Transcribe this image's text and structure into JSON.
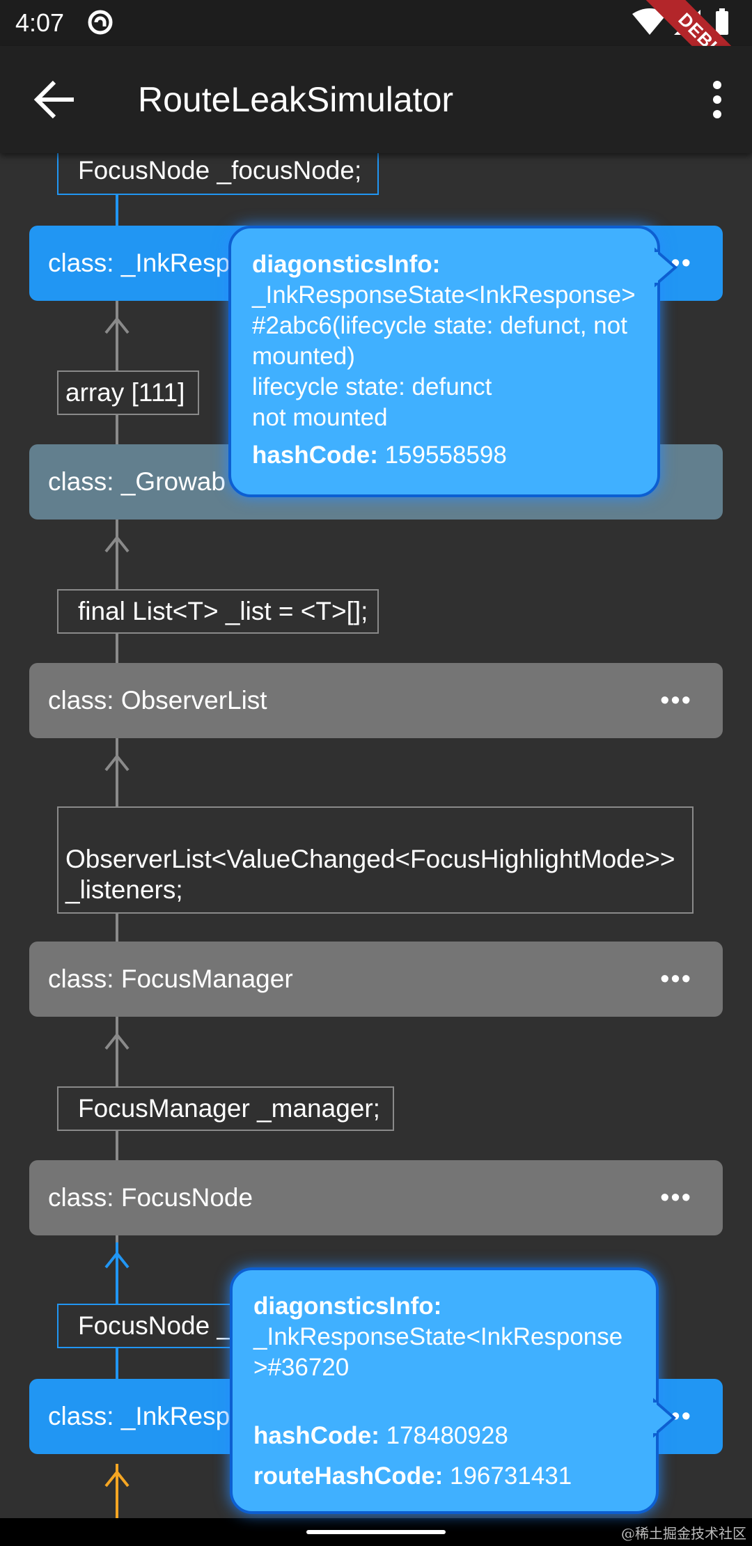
{
  "status_bar": {
    "time": "4:07",
    "debug_label": "DEBUG",
    "icons": [
      "at-icon",
      "wifi-icon",
      "signal-icon",
      "battery-icon"
    ]
  },
  "app_bar": {
    "title": "RouteLeakSimulator",
    "back_icon": "arrow-back-icon",
    "menu_icon": "more-vert-icon"
  },
  "colors": {
    "accent": "#2196f3",
    "node_grey": "#757575",
    "node_slate": "#627f8e",
    "tooltip_bg": "#40b0ff",
    "orange_edge": "#f5a623"
  },
  "graph": {
    "fields": {
      "f0": "FocusNode _focusNode;",
      "f1": "array [111]",
      "f2": "final List<T> _list = <T>[];",
      "f3": "ObserverList<ValueChanged<FocusHighlightMode>> _listeners;",
      "f4": "FocusManager _manager;",
      "f5": "FocusNode _"
    },
    "nodes": {
      "n0": "class: _InkResp",
      "n1": "class: _Growab",
      "n2": "class: ObserverList",
      "n3": "class: FocusManager",
      "n4": "class: FocusNode",
      "n5": "class: _InkResp"
    },
    "more_label": "•••"
  },
  "tooltips": {
    "top": {
      "label1": "diagonsticsInfo:",
      "text1": "_InkResponseState<InkResponse>#2abc6(lifecycle state: defunct, not mounted)",
      "text2": "lifecycle state: defunct",
      "text3": "not mounted",
      "label2": "hashCode:",
      "value2": "159558598"
    },
    "bottom": {
      "label1": "diagonsticsInfo:",
      "text1": "_InkResponseState<InkResponse>#36720",
      "label2": "hashCode:",
      "value2": "178480928",
      "label3": "routeHashCode:",
      "value3": "196731431"
    }
  },
  "watermark": "@稀土掘金技术社区"
}
